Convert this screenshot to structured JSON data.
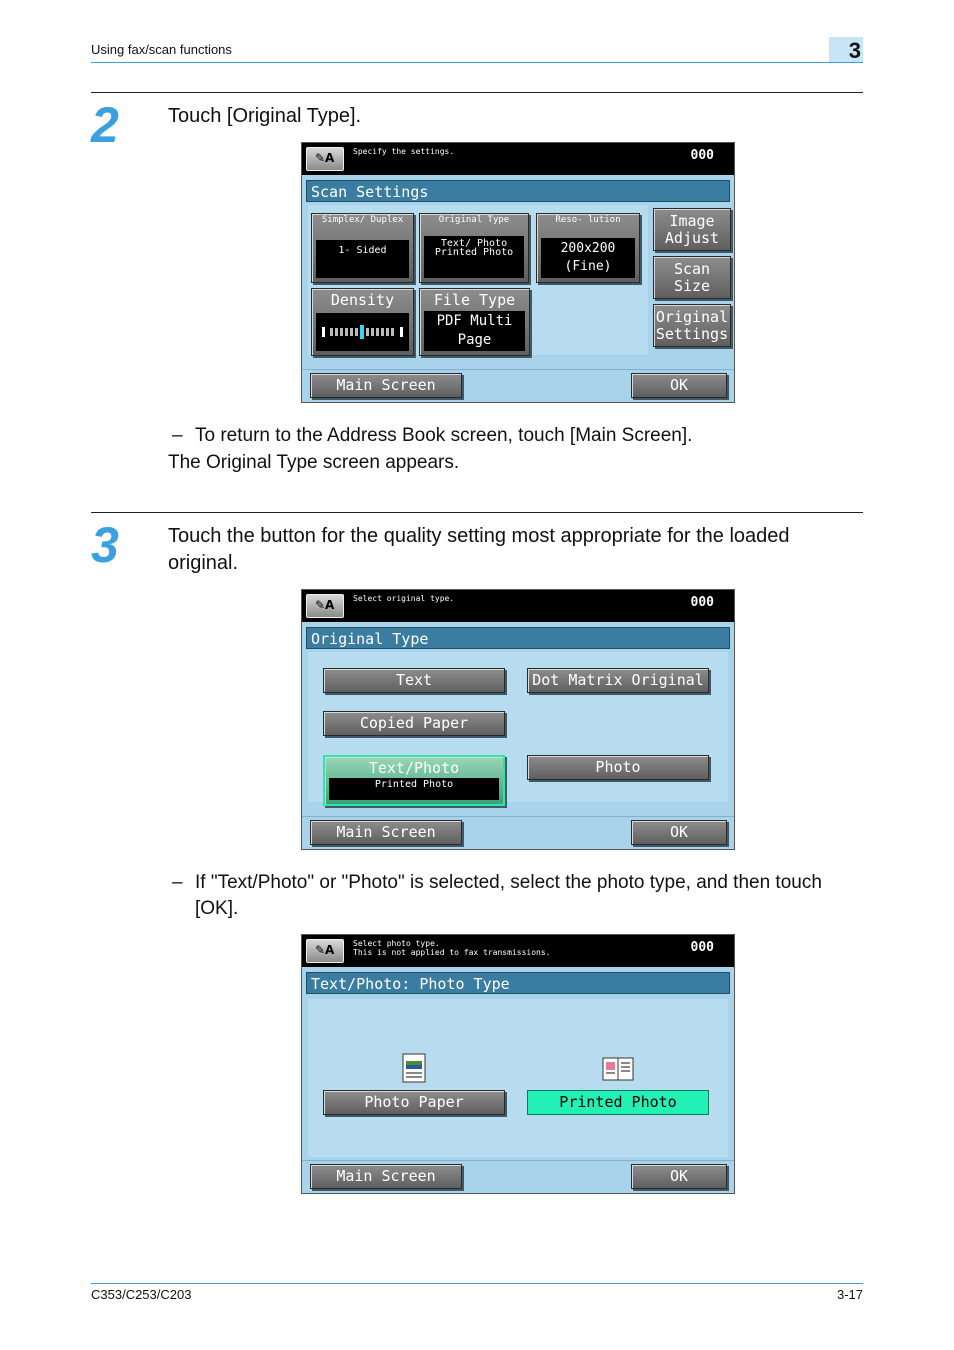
{
  "header": {
    "section": "Using fax/scan functions",
    "chapter": "3"
  },
  "footer": {
    "model": "C353/C253/C203",
    "page": "3-17"
  },
  "step2": {
    "number": "2",
    "instruction": "Touch [Original Type].",
    "bullet": "To return to the Address Book screen, touch [Main Screen].",
    "result": "The Original Type screen appears."
  },
  "step3": {
    "number": "3",
    "instruction": "Touch the button for the quality setting most appropriate for the loaded original.",
    "bullet": "If \"Text/Photo\" or \"Photo\" is selected, select the photo type, and then touch [OK]."
  },
  "dash": "–",
  "screen1": {
    "prompt": "Specify the settings.",
    "counter": "000",
    "title": "Scan Settings",
    "simplex": {
      "label": "Simplex/ Duplex",
      "value": "1- Sided"
    },
    "original_type": {
      "label": "Original Type",
      "value": "Text/ Photo Printed Photo"
    },
    "resolution": {
      "label": "Reso- lution",
      "value": "200x200 (Fine)"
    },
    "density": {
      "label": "Density"
    },
    "file_type": {
      "label": "File Type",
      "value": "PDF Multi Page"
    },
    "image_adjust": "Image Adjust",
    "scan_size": "Scan Size",
    "original_settings": "Original Settings",
    "main_screen": "Main Screen",
    "ok": "OK"
  },
  "screen2": {
    "prompt": "Select original type.",
    "counter": "000",
    "title": "Original Type",
    "text": "Text",
    "dot_matrix": "Dot Matrix Original",
    "copied_paper": "Copied Paper",
    "text_photo": "Text/Photo",
    "text_photo_sub": "Printed Photo",
    "photo": "Photo",
    "main_screen": "Main Screen",
    "ok": "OK"
  },
  "screen3": {
    "prompt_line1": "Select photo type.",
    "prompt_line2": "This is not applied to fax transmissions.",
    "counter": "000",
    "title": "Text/Photo: Photo Type",
    "photo_paper": "Photo Paper",
    "printed_photo": "Printed Photo",
    "main_screen": "Main Screen",
    "ok": "OK"
  }
}
